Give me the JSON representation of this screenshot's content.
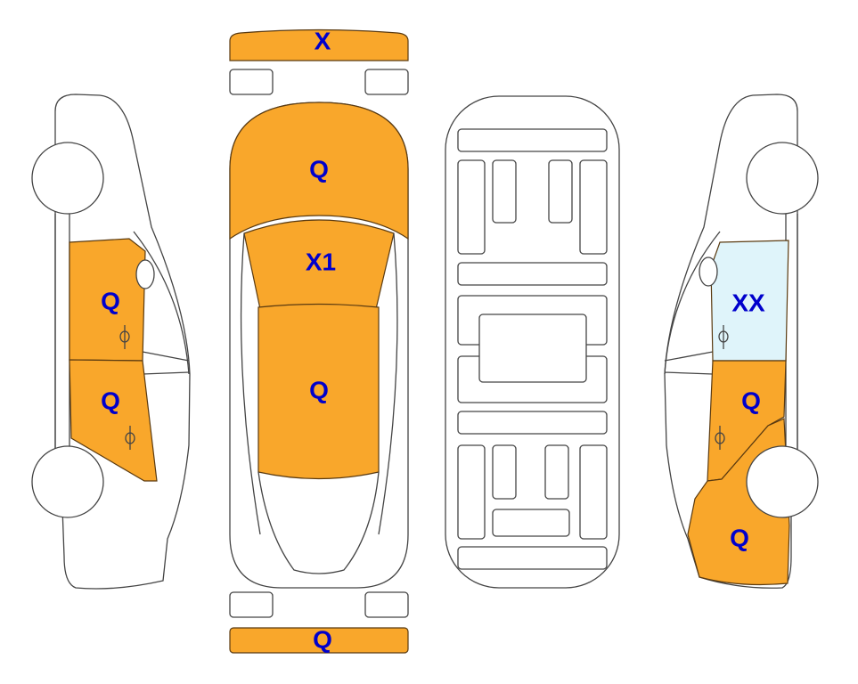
{
  "colors": {
    "damage": "#F9A72B",
    "highlight": "#DFF4FA",
    "label": "#0000CC",
    "outline": "#444444"
  },
  "labels": {
    "front_bumper": "X",
    "hood": "Q",
    "windshield": "X1",
    "roof": "Q",
    "rear_bumper": "Q",
    "left_front_door": "Q",
    "left_rear_door": "Q",
    "right_front_door": "XX",
    "right_rear_door": "Q",
    "right_rear_quarter": "Q"
  }
}
